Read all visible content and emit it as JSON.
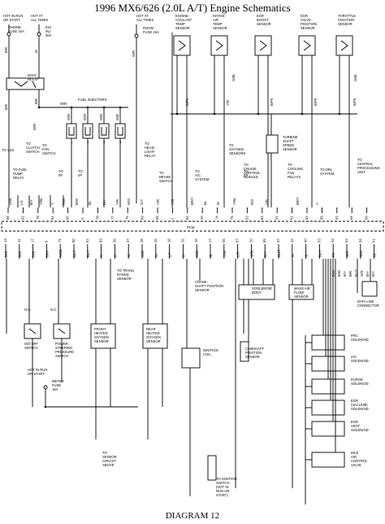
{
  "title": "1996 MX6/626 (2.0L A/T) Engine Schematics",
  "footer": "DIAGRAM 12",
  "top_notes": {
    "hot_run_start": [
      "HOT IN RUN",
      "OR START"
    ],
    "hot_all_times_1": [
      "HOT AT",
      "ALL TIMES"
    ],
    "hot_all_times_2": [
      "HOT AT",
      "ALL TIMES"
    ],
    "engine_fuse": [
      "ENGINE",
      "FUSE 15A"
    ],
    "egi_inj_fuse": [
      "EGI",
      "INJ",
      "30A"
    ],
    "room_fuse": [
      "ROOM",
      "FUSE 15A"
    ],
    "main_relay": [
      "MAIN",
      "RELAY"
    ],
    "fuel_injectors": "FUEL INJECTORS"
  },
  "sensors_top": [
    {
      "lines": [
        "ENGINE",
        "COOLANT",
        "TEMP",
        "SENSOR"
      ]
    },
    {
      "lines": [
        "INTAKE",
        "AIR",
        "TEMP",
        "SENSOR"
      ]
    },
    {
      "lines": [
        "EGR",
        "BOOST",
        "SENSOR"
      ]
    },
    {
      "lines": [
        "EGR",
        "VALVE",
        "POSITION",
        "SENSOR"
      ]
    },
    {
      "lines": [
        "THROTTLE",
        "POSITION",
        "SENSOR"
      ]
    }
  ],
  "turbine_sensor": [
    "TURBINE",
    "SHAFT",
    "SPEED",
    "SENSOR"
  ],
  "left_labels": [
    {
      "lines": [
        "TO VSS"
      ]
    },
    {
      "lines": [
        "TO FUEL",
        "PUMP",
        "RELAY"
      ]
    },
    {
      "lines": [
        "TO",
        "CLUTCH",
        "SWITCH"
      ]
    },
    {
      "lines": [
        "TO",
        "FAN",
        "SWITCH"
      ]
    },
    {
      "lines": [
        "TO",
        "I/P"
      ]
    },
    {
      "lines": [
        "TO",
        "I/P"
      ]
    },
    {
      "lines": [
        "TO",
        "HEAD-",
        "LIGHT",
        "RELAY"
      ]
    },
    {
      "lines": [
        "TO",
        "BRAKE",
        "SWITCH"
      ]
    },
    {
      "lines": [
        "TO",
        "A/C",
        "SYSTEM"
      ]
    },
    {
      "lines": [
        "TO",
        "OXYGEN",
        "SENSORS"
      ]
    },
    {
      "lines": [
        "TO",
        "I/P"
      ]
    },
    {
      "lines": [
        "TO",
        "CRUISE",
        "CONTROL",
        "MODULE"
      ]
    },
    {
      "lines": [
        "TO",
        "COOLING",
        "FAN",
        "RELAYS"
      ]
    },
    {
      "lines": [
        "TO DRL",
        "SYSTEM"
      ]
    },
    {
      "lines": [
        "TO",
        "CENTRAL",
        "PROCESSING",
        "UNIT"
      ]
    }
  ],
  "pcm_label": "PCM",
  "top_colors": [
    "G/BL",
    "LG",
    "B/Y",
    "Y/BL",
    "Y",
    "R/W",
    "B/W",
    "BL",
    "B/Y",
    "Y/R",
    "W/G",
    "G/Y",
    "Y/R",
    "Y/G",
    "BR/Y",
    "BL",
    "W",
    "Y/BL",
    "R/G",
    "Y/B",
    "BR/Y",
    "V"
  ],
  "top_pins": [
    "58",
    "82",
    "78",
    "91",
    "85",
    "2",
    "78",
    "77",
    "76",
    "69",
    "55",
    "2",
    "92",
    "20",
    "74",
    "75",
    "62",
    "84",
    "51",
    "61",
    "62",
    "88",
    "62",
    "69",
    "66"
  ],
  "bottom_pins": [
    "13",
    "11",
    "17",
    "9",
    "71",
    "80",
    "62",
    "83",
    "36",
    "37",
    "48",
    "45",
    "18",
    "26",
    "16",
    "17",
    "56",
    "97",
    "20",
    "95",
    "37",
    "42",
    "40",
    "53",
    "44",
    "64",
    "34",
    "61"
  ],
  "bottom_colors": [
    "B/G",
    "B/G",
    "B/G",
    "B/W",
    "W/BL",
    "BL/Y",
    "BL/Y",
    "R",
    "B",
    "W",
    "W/B",
    "W",
    "L/Y",
    "B",
    "W/B",
    "G",
    "Y/W",
    "L/R",
    "G/BL",
    "B/Y",
    "BL/R",
    "W",
    "G",
    "BL/Y",
    "PK",
    "G/R",
    "G/W",
    "BL",
    "B/Y"
  ],
  "injector_colors": [
    "W/B",
    "W/R",
    "W/B",
    "W/B"
  ],
  "relay_wire_colors": [
    "B/R",
    "W",
    "W/R",
    "B"
  ],
  "sensor_wire_colors": [
    "B/PK",
    "Y/R",
    "B/PK",
    "B/PK",
    "B/PK",
    "B/PK",
    "B/PK",
    "W",
    "G/BL",
    "Y/R",
    "G/BL"
  ],
  "bottom_components": {
    "do_off": [
      "O/D OFF",
      "SWITCH"
    ],
    "nc_1": "N.C.",
    "nc_2": "N.C.",
    "power_steering": [
      "POWER",
      "STEERING",
      "PRESSURE",
      "SWITCH"
    ],
    "front_o2": [
      "FRONT",
      "HEATED",
      "OXYGEN",
      "SENSOR"
    ],
    "rear_o2": [
      "REAR",
      "HEATED",
      "OXYGEN",
      "SENSOR"
    ],
    "trans_range": [
      "TO TRANS",
      "RANGE",
      "SENSOR"
    ],
    "crank_sensor": [
      "CRANK-",
      "SHAFT POSITION",
      "SENSOR"
    ],
    "ignition_coil": [
      "IGNITION",
      "COIL"
    ],
    "cam_sensor": [
      "CAMSHAFT",
      "POSITION",
      "SENSOR"
    ],
    "solenoid_body": [
      "SOOLENOID",
      "BODY"
    ],
    "maf": [
      "MASS AIR",
      "FLOW",
      "SENSOR"
    ],
    "data_link": [
      "DATA LINK",
      "CONNECTOR"
    ],
    "hot_run_start_2": [
      "HOT IN RUN",
      "OR START"
    ],
    "meter_fuse": [
      "METER",
      "FUSE",
      "15A"
    ],
    "sensor_circuit": [
      "TO",
      "SENSOR",
      "CIRCUIT",
      "ABOVE"
    ],
    "ignition_switch": [
      "TO IGNITION",
      "SWITCH",
      "(HOT IN",
      "RUN OR",
      "START)"
    ]
  },
  "solenoids": [
    {
      "lines": [
        "PRC",
        "SOLENOID"
      ]
    },
    {
      "lines": [
        "IAC",
        "SOLENOID"
      ]
    },
    {
      "lines": [
        "PURGE",
        "SOLENOID"
      ]
    },
    {
      "lines": [
        "EGR",
        "(VACUUM)",
        "SOLENOID"
      ]
    },
    {
      "lines": [
        "EGR",
        "VENT",
        "SOLENOID"
      ]
    },
    {
      "lines": [
        "IDLE",
        "AIR",
        "CONTROL",
        "VALVE"
      ]
    }
  ],
  "misc_colors": [
    "B/W",
    "B/W",
    "B/Y",
    "B/R",
    "BL/Y",
    "G/R",
    "B/Y",
    "B/Y",
    "BL/R",
    "BL/Y",
    "B/Y",
    "B/Y",
    "B/W",
    "B/Y",
    "B/Y",
    "B/Y",
    "B/Y",
    "B/W"
  ]
}
